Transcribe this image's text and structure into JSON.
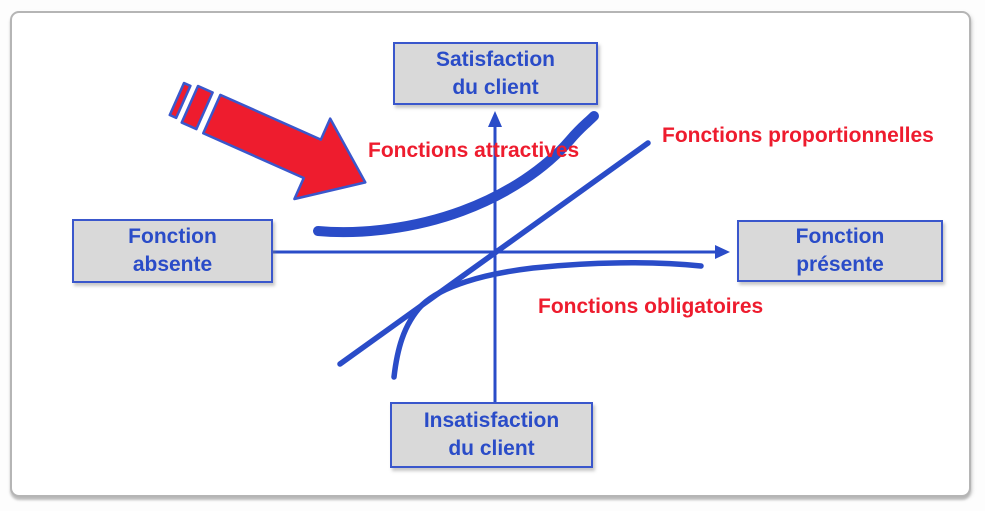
{
  "colors": {
    "blue": "#2a4cc8",
    "red": "#ee1c2e",
    "box_fill": "#d9d9d9",
    "box_border": "#3a57cc",
    "frame_border": "#b5b5b5",
    "background": "#ffffff"
  },
  "nodes": {
    "satisfaction": {
      "label": "Satisfaction\ndu client"
    },
    "absente": {
      "label": "Fonction\nabsente"
    },
    "presente": {
      "label": "Fonction\nprésente"
    },
    "insatisfaction": {
      "label": "Insatisfaction\ndu client"
    }
  },
  "curves": {
    "attractives": {
      "label": "Fonctions attractives"
    },
    "proportionnelles": {
      "label": "Fonctions proportionnelles"
    },
    "obligatoires": {
      "label": "Fonctions obligatoires"
    }
  },
  "icons": {
    "emphasis_arrow": "red-striped-arrow-pointing-down-right"
  }
}
